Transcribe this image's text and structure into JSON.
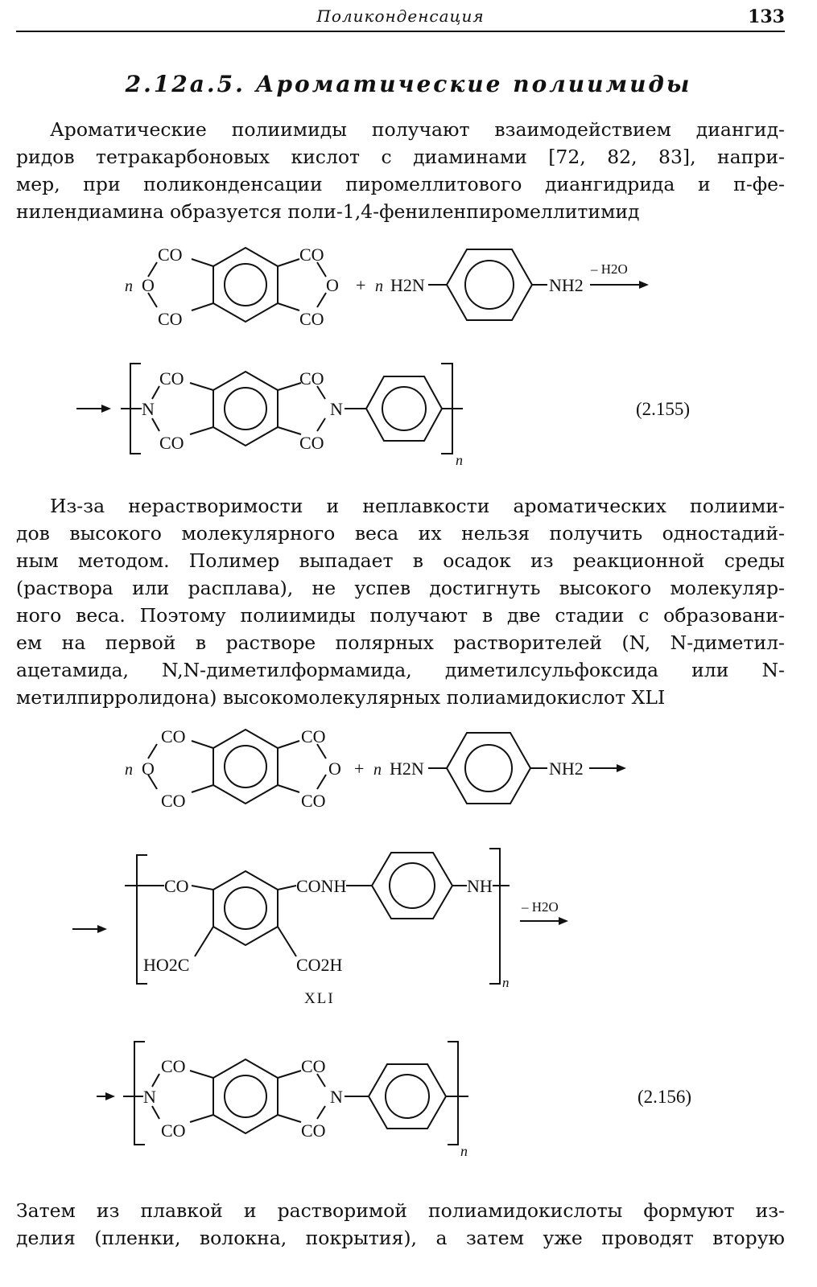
{
  "header": {
    "running_title": "Поликонденсация",
    "page_number": "133"
  },
  "section": {
    "title": "2.12а.5. Ароматические полиимиды"
  },
  "paragraph1": [
    "Ароматические полиимиды получают взаимодействием диангид-",
    "ридов тетракарбоновых кислот с диаминами [72, 82, 83], напри-",
    "мер, при поликонденсации пиромеллитового диангидрида и п-фе-",
    "нилендиамина образуется поли-1,4-фениленпиромеллитимид"
  ],
  "scheme1": {
    "coefficient": "n",
    "anhydride_o": "O",
    "co": "CO",
    "plus": "+",
    "diamine_left": "H2N",
    "diamine_right": "NH2",
    "arrow_label": "– H2O",
    "imide_n": "N",
    "repeat_subscript": "n",
    "equation_number": "(2.155)"
  },
  "paragraph2": [
    "Из-за нерастворимости и неплавкости ароматических полиими-",
    "дов высокого молекулярного веса их нельзя получить одностадий-",
    "ным методом. Полимер выпадает в осадок из реакционной среды",
    "(раствора или расплава), не успев достигнуть высокого молекуляр-",
    "ного веса. Поэтому полиимиды получают в две стадии с образовани-",
    "ем на первой в растворе полярных растворителей (N, N-диметил-",
    "ацетамида, N,N-диметилформамида, диметилсульфоксида или N-",
    "метилпирролидона) высокомолекулярных полиамидокислот XLI"
  ],
  "scheme2": {
    "amic_acid_co": "CO",
    "amic_acid_conh": "CONH",
    "amic_acid_nh": "NH",
    "amic_acid_ho2c": "HO2C",
    "amic_acid_co2h": "CO2H",
    "compound_label": "XLI",
    "arrow_label": "– H2O",
    "equation_number": "(2.156)"
  },
  "paragraph3": [
    "Затем из плавкой и растворимой полиамидокислоты формуют из-",
    "делия (пленки, волокна, покрытия), а затем уже проводят вторую"
  ]
}
